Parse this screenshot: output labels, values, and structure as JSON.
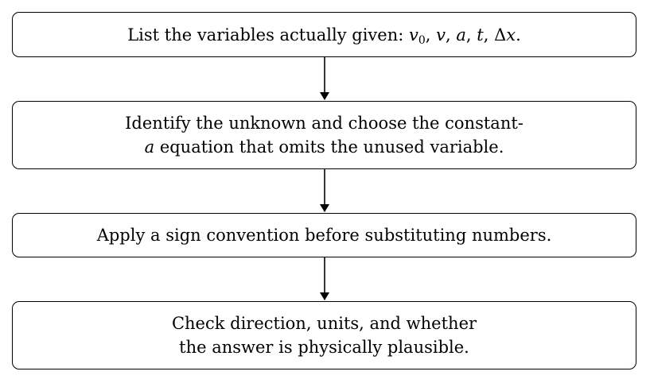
{
  "steps": [
    {
      "text_before": "List the variables actually given: ",
      "variables": [
        "v",
        "0",
        "v",
        "a",
        "t",
        "Δ",
        "x"
      ],
      "text_after": "."
    },
    {
      "line1": "Identify the unknown and choose the constant-",
      "line2_var": "a",
      "line2_rest": " equation that omits the unused variable."
    },
    {
      "line1": "Apply a sign convention before substituting numbers."
    },
    {
      "line1": "Check direction, units, and whether",
      "line2": "the answer is physically plausible."
    }
  ],
  "separators": {
    "comma": ", "
  },
  "colors": {
    "stroke": "#000000",
    "background": "#ffffff"
  }
}
